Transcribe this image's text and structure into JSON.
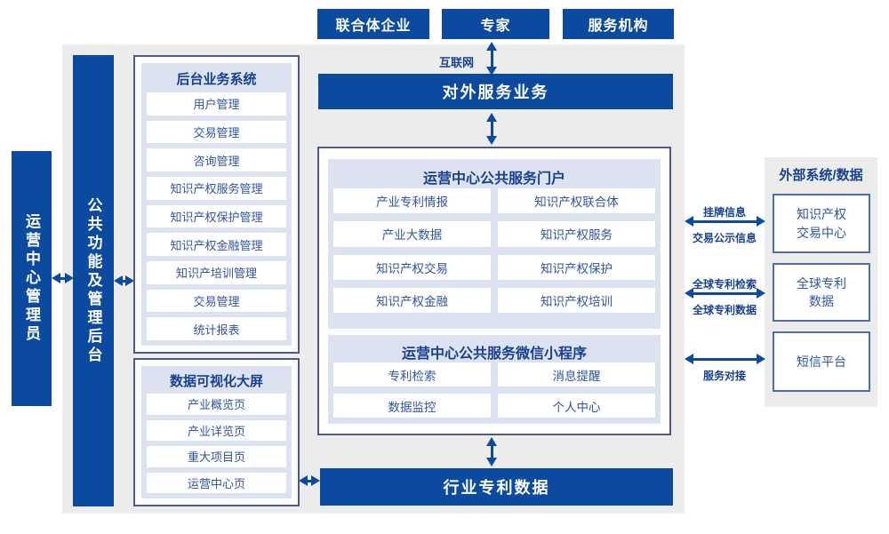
{
  "diagram": {
    "top_actors": [
      "联合体企业",
      "专家",
      "服务机构"
    ],
    "internet_label": "互联网",
    "external_service_bar": "对外服务业务",
    "admin_bar": "运营中心管理员",
    "backend_bar": "公共功能及管理后台",
    "backend_system": {
      "title": "后台业务系统",
      "items": [
        "用户管理",
        "交易管理",
        "咨询管理",
        "知识产权服务管理",
        "知识产权保护管理",
        "知识产权金融管理",
        "知识产培训管理",
        "交易管理",
        "统计报表"
      ]
    },
    "dashboard": {
      "title": "数据可视化大屏",
      "items": [
        "产业概览页",
        "产业详览页",
        "重大项目页",
        "运营中心页"
      ]
    },
    "portal": {
      "title": "运营中心公共服务门户",
      "items": [
        "产业专利情报",
        "知识产权联合体",
        "产业大数据",
        "知识产权服务",
        "知识产权交易",
        "知识产权保护",
        "知识产权金融",
        "知识产权培训"
      ]
    },
    "miniprogram": {
      "title": "运营中心公共服务微信小程序",
      "items": [
        "专利检索",
        "消息提醒",
        "数据监控",
        "个人中心"
      ]
    },
    "industry_data_bar": "行业专利数据",
    "external_panel": {
      "title": "外部系统/数据",
      "systems": [
        "知识产权\n交易中心",
        "全球专利\n数据",
        "短信平台"
      ]
    },
    "flow_labels": {
      "listing_info": "挂牌信息",
      "trade_publicity": "交易公示信息",
      "global_patent_search": "全球专利检索",
      "global_patent_data": "全球专利数据",
      "service_connect": "服务对接"
    }
  },
  "colors": {
    "primary_blue": "#0b4a9e",
    "header_text_blue": "#17418f",
    "item_text_blue": "#2f55a4",
    "lavender_panel": "#dde2f1",
    "background_gray": "#ececec",
    "container_border": "#515a87",
    "external_box_border": "#4e6fae"
  }
}
